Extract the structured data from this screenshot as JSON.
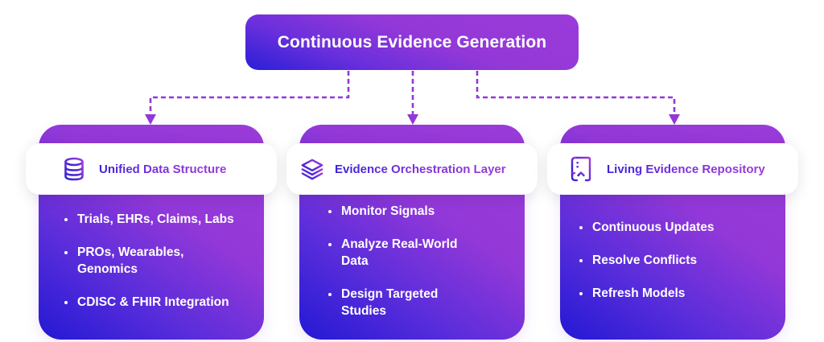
{
  "root": {
    "title": "Continuous Evidence Generation"
  },
  "colors": {
    "gradient_start": "#2319d4",
    "gradient_end": "#9a3bd9",
    "connector": "#9338d8",
    "pill_background": "#ffffff",
    "text_on_card": "#ffffff"
  },
  "cards": [
    {
      "icon": "database-icon",
      "title": "Unified Data Structure",
      "items": [
        "Trials, EHRs, Claims, Labs",
        "PROs, Wearables, Genomics",
        "CDISC & FHIR Integration"
      ]
    },
    {
      "icon": "layers-icon",
      "title": "Evidence Orchestration Layer",
      "items": [
        "Monitor Signals",
        "Analyze Real-World Data",
        "Design Targeted Studies"
      ]
    },
    {
      "icon": "repository-upload-icon",
      "title": "Living Evidence Repository",
      "items": [
        "Continuous Updates",
        "Resolve Conflicts",
        "Refresh Models"
      ]
    }
  ]
}
